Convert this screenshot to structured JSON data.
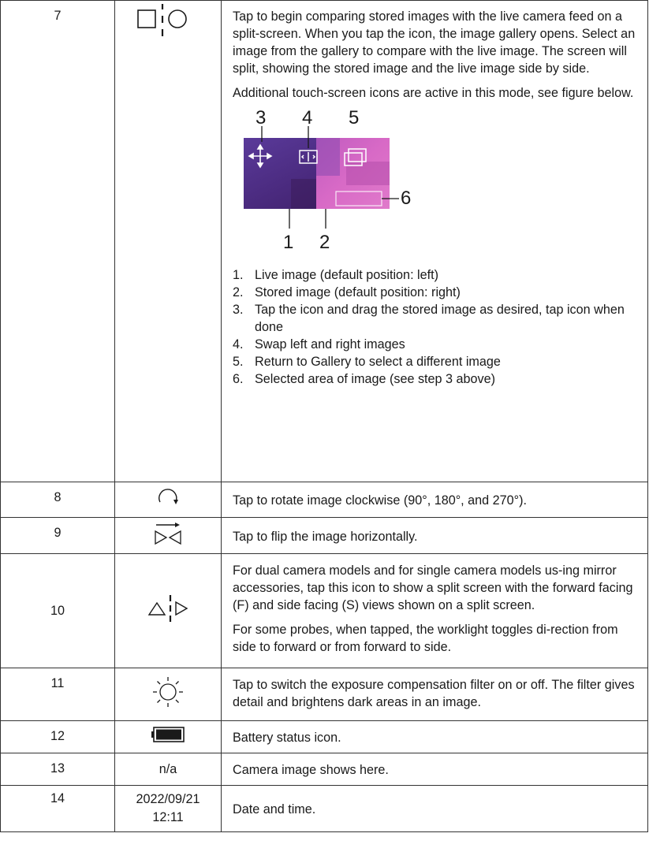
{
  "rows": [
    {
      "number": "7",
      "icon": "split-compare-icon",
      "paragraphs": [
        "Tap to begin comparing stored images with the live camera feed on a split-screen. When you tap the icon, the image gallery opens. Select an image from the gallery to compare with the live image. The screen will split, showing the stored image and the live image side by side.",
        "Additional touch-screen icons are active in this mode, see figure below."
      ],
      "figure_labels": [
        "3",
        "4",
        "5",
        "6",
        "1",
        "2"
      ],
      "list": [
        {
          "n": "1.",
          "text": "Live image (default position: left)"
        },
        {
          "n": "2.",
          "text": "Stored image (default position: right)"
        },
        {
          "n": "3.",
          "text": "Tap the icon and drag the stored image as desired, tap icon when done"
        },
        {
          "n": "4.",
          "text": "Swap left and right images"
        },
        {
          "n": "5.",
          "text": "Return to Gallery to select a different image"
        },
        {
          "n": "6.",
          "text": "Selected area of image (see step 3 above)"
        }
      ]
    },
    {
      "number": "8",
      "icon": "rotate-clockwise-icon",
      "paragraphs": [
        "Tap to rotate image clockwise (90°, 180°, and 270°)."
      ]
    },
    {
      "number": "9",
      "icon": "flip-horizontal-icon",
      "paragraphs": [
        "Tap to flip the image horizontally."
      ]
    },
    {
      "number": "10",
      "icon": "dual-camera-split-icon",
      "paragraphs": [
        "For dual camera models and for single camera models us-ing mirror accessories, tap this icon to show a split screen with the forward facing (F) and side facing (S) views shown on a split screen.",
        "For some probes, when tapped, the worklight toggles di-rection from side to forward or from forward to side."
      ]
    },
    {
      "number": "11",
      "icon": "exposure-sun-icon",
      "paragraphs": [
        "Tap to switch the exposure compensation filter on or off. The filter gives detail and brightens dark areas in an image."
      ]
    },
    {
      "number": "12",
      "icon": "battery-icon",
      "paragraphs": [
        "Battery status icon."
      ]
    },
    {
      "number": "13",
      "icon_text": "n/a",
      "paragraphs": [
        "Camera image shows here."
      ]
    },
    {
      "number": "14",
      "icon_text_lines": [
        "2022/09/21",
        "12:11"
      ],
      "paragraphs": [
        "Date and time."
      ]
    }
  ]
}
